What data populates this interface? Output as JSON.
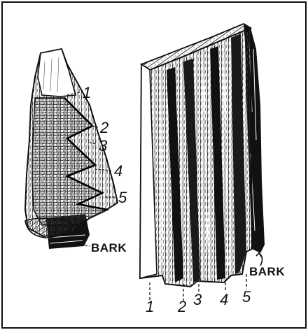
{
  "left_figure": {
    "labels": [
      "1",
      "2",
      "3",
      "4",
      "5"
    ],
    "bark_label": "BARK"
  },
  "right_figure": {
    "labels": [
      "1",
      "2",
      "3",
      "4",
      "5"
    ],
    "bark_label": "BARK"
  }
}
